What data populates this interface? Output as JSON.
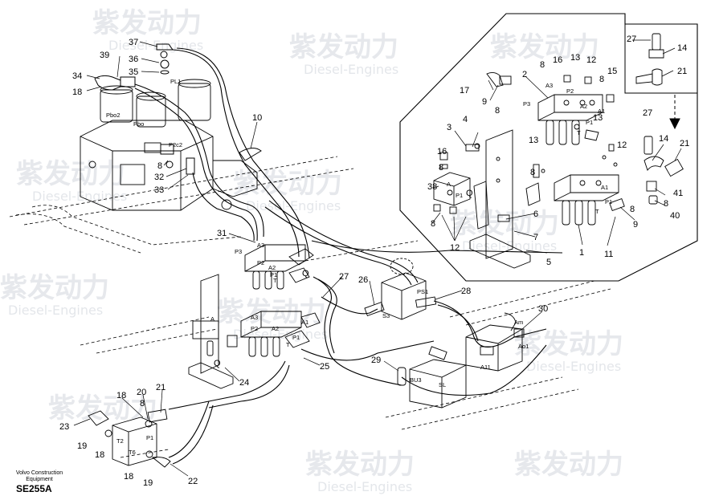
{
  "watermark": {
    "cn": "紫发动力",
    "en": "Diesel-Engines"
  },
  "footer": {
    "brand_line1": "Volvo Construction",
    "brand_line2": "Equipment",
    "code": "SE255A"
  },
  "labels": {
    "port": {
      "PL1": "PL1",
      "Pbo2": "Pbo2",
      "Pbo": "Pbo",
      "P2c2": "P2c2",
      "A3": "A3",
      "P3": "P3",
      "P2": "P2",
      "A2": "A2",
      "A1": "A1",
      "P1": "P1",
      "T": "T",
      "Q": "Q",
      "A": "A",
      "PS1": "PS1",
      "S3": "S3",
      "Am": "Am",
      "Ao1": "Ao1",
      "A11": "A11",
      "BU3": "BU3",
      "SL": "SL",
      "T2": "T2",
      "T6": "T6"
    },
    "part": {
      "p1": "1",
      "p2": "2",
      "p3": "3",
      "p4": "4",
      "p5": "5",
      "p6": "6",
      "p7": "7",
      "p8": "8",
      "p9": "9",
      "p10": "10",
      "p11": "11",
      "p12": "12",
      "p13": "13",
      "p14": "14",
      "p15": "15",
      "p16": "16",
      "p17": "17",
      "p18": "18",
      "p19": "19",
      "p20": "20",
      "p21": "21",
      "p22": "22",
      "p23": "23",
      "p24": "24",
      "p25": "25",
      "p26": "26",
      "p27": "27",
      "p28": "28",
      "p29": "29",
      "p30": "30",
      "p31": "31",
      "p32": "32",
      "p33": "33",
      "p34": "34",
      "p35": "35",
      "p36": "36",
      "p37": "37",
      "p38": "38",
      "p39": "39",
      "p40": "40",
      "p41": "41"
    }
  }
}
